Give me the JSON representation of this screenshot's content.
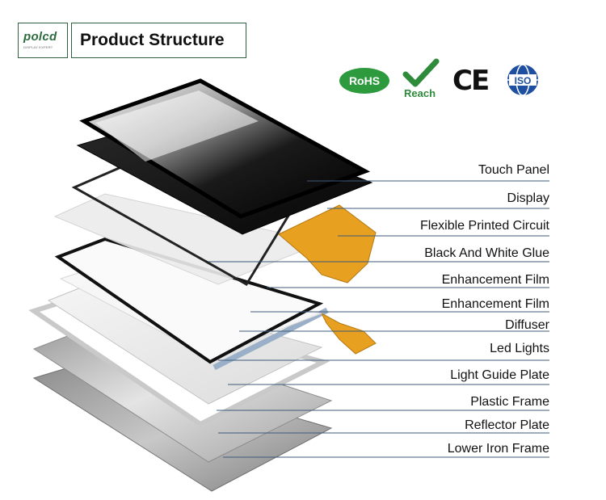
{
  "header": {
    "logo_text": "polcd",
    "logo_sub": "DISPLAY EXPERT",
    "title": "Product Structure"
  },
  "badges": {
    "rohs": "RoHS",
    "reach": "Reach",
    "ce": "CE",
    "iso": "ISO"
  },
  "layers": [
    {
      "label": "Touch Panel"
    },
    {
      "label": "Display"
    },
    {
      "label": "Flexible Printed Circuit"
    },
    {
      "label": "Black And White Glue"
    },
    {
      "label": "Enhancement Film"
    },
    {
      "label": "Enhancement Film"
    },
    {
      "label": "Diffuser"
    },
    {
      "label": "Led Lights"
    },
    {
      "label": "Light Guide Plate"
    },
    {
      "label": "Plastic Frame"
    },
    {
      "label": "Reflector Plate"
    },
    {
      "label": "Lower Iron Frame"
    }
  ],
  "colors": {
    "brand_green": "#2c6b3e",
    "leader_line": "#3d5a7a",
    "fpc_orange": "#e8a020"
  }
}
